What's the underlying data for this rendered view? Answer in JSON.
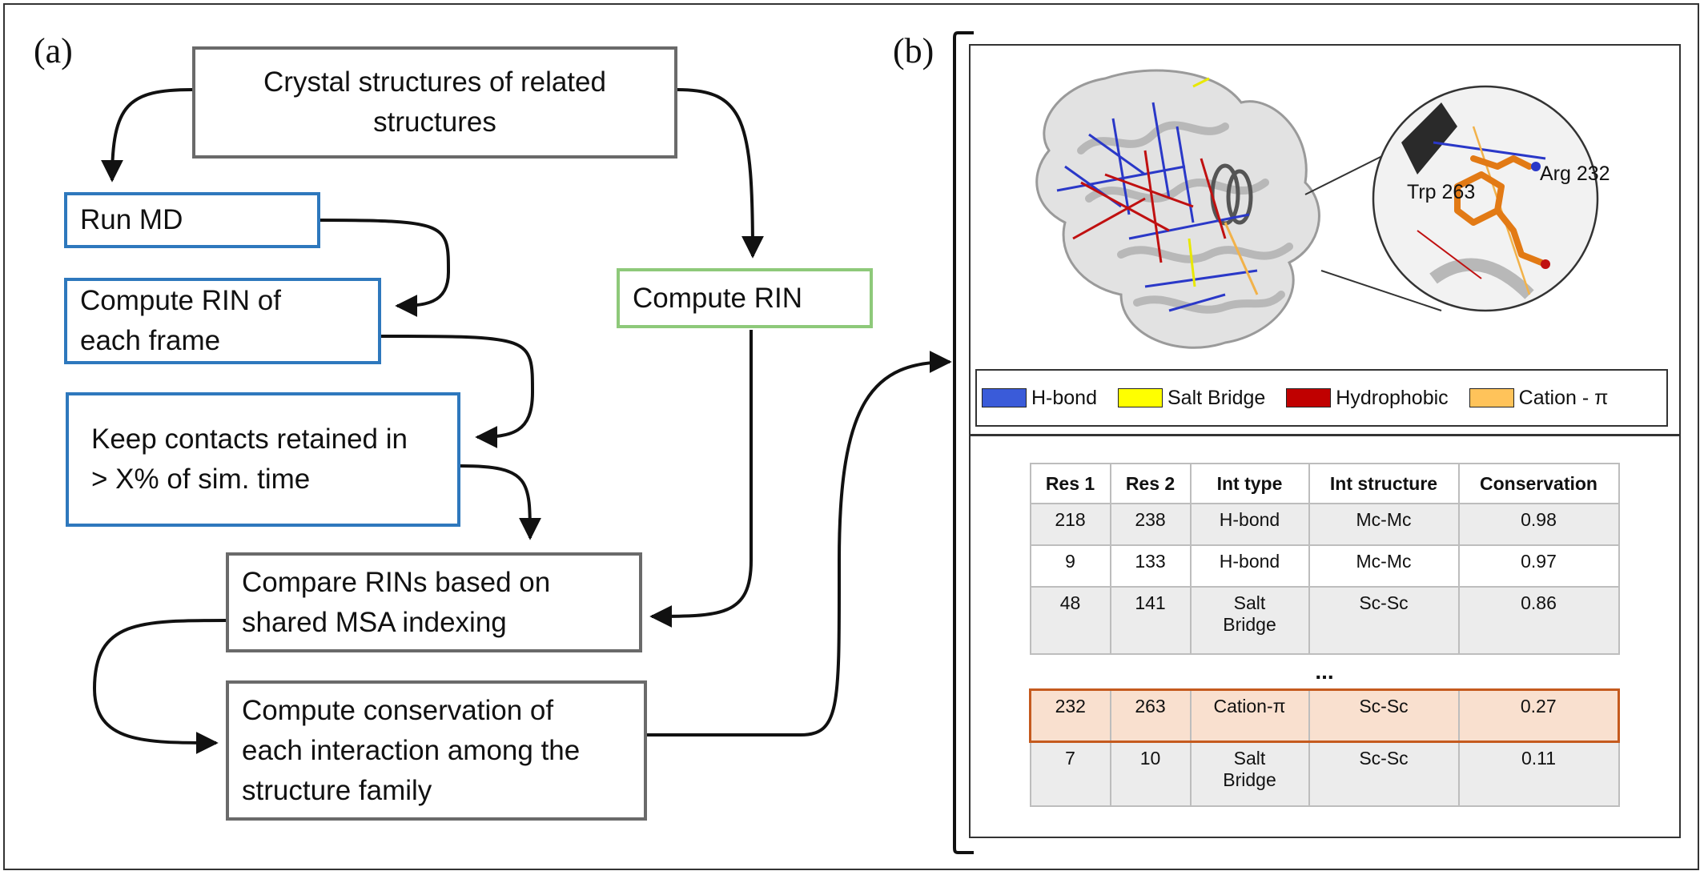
{
  "panel_a": {
    "label": "(a)",
    "crystal": [
      "Crystal structures of related",
      "structures"
    ],
    "run_md": "Run MD",
    "compute_rin_frame": [
      "Compute RIN of",
      "each frame"
    ],
    "keep_contacts": [
      "Keep contacts retained in",
      "> X% of sim. time"
    ],
    "compute_rin": "Compute RIN",
    "compare_rins": [
      "Compare RINs based on",
      "shared MSA indexing"
    ],
    "compute_conservation": [
      "Compute conservation of",
      "each interaction among the",
      "structure family"
    ]
  },
  "panel_b": {
    "label": "(b)",
    "residue_labels": {
      "trp": "Trp 263",
      "arg": "Arg 232"
    },
    "legend": [
      {
        "label": "H-bond",
        "color": "#3a5bd9"
      },
      {
        "label": "Salt Bridge",
        "color": "#ffff00"
      },
      {
        "label": "Hydrophobic",
        "color": "#c00000"
      },
      {
        "label": "Cation - π",
        "color": "#ffc35a"
      }
    ],
    "table": {
      "headers": [
        "Res 1",
        "Res 2",
        "Int type",
        "Int structure",
        "Conservation"
      ],
      "rows": [
        [
          "218",
          "238",
          "H-bond",
          "Mc-Mc",
          "0.98"
        ],
        [
          "9",
          "133",
          "H-bond",
          "Mc-Mc",
          "0.97"
        ],
        [
          "48",
          "141",
          "Salt\nBridge",
          "Sc-Sc",
          "0.86"
        ]
      ],
      "ellipsis": "...",
      "rows_after": [
        [
          "232",
          "263",
          "Cation-π",
          "Sc-Sc",
          "0.27"
        ],
        [
          "7",
          "10",
          "Salt\nBridge",
          "Sc-Sc",
          "0.11"
        ]
      ]
    }
  }
}
